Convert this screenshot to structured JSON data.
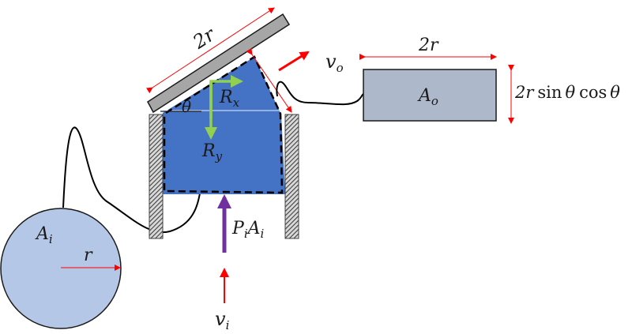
{
  "diagram": {
    "colors": {
      "fluid": "#4472c4",
      "plate": "#a6a6a6",
      "outlet_area": "#adb9ca",
      "inlet_area": "#b4c7e7",
      "dimension_arrow": "#ff0000",
      "velocity_arrow": "#ff0000",
      "reaction_arrow": "#92d050",
      "pressure_force_arrow": "#7030a0",
      "wall": "#404040"
    },
    "labels": {
      "plate_length": "2r",
      "angle": "θ",
      "reaction_x": {
        "base": "R",
        "sub": "x"
      },
      "reaction_y": {
        "base": "R",
        "sub": "y"
      },
      "outlet_velocity": {
        "base": "v",
        "sub": "o"
      },
      "inlet_velocity": {
        "base": "v",
        "sub": "i"
      },
      "pressure_force": {
        "p": "P",
        "p_sub": "i",
        "a": "A",
        "a_sub": "i"
      },
      "outlet_area": {
        "base": "A",
        "sub": "o"
      },
      "outlet_width": "2r",
      "outlet_height": {
        "coef": "2r",
        "sin": "sin",
        "cos": "cos",
        "theta": "θ"
      },
      "inlet_area": {
        "base": "A",
        "sub": "i"
      },
      "inlet_radius": "r"
    }
  }
}
